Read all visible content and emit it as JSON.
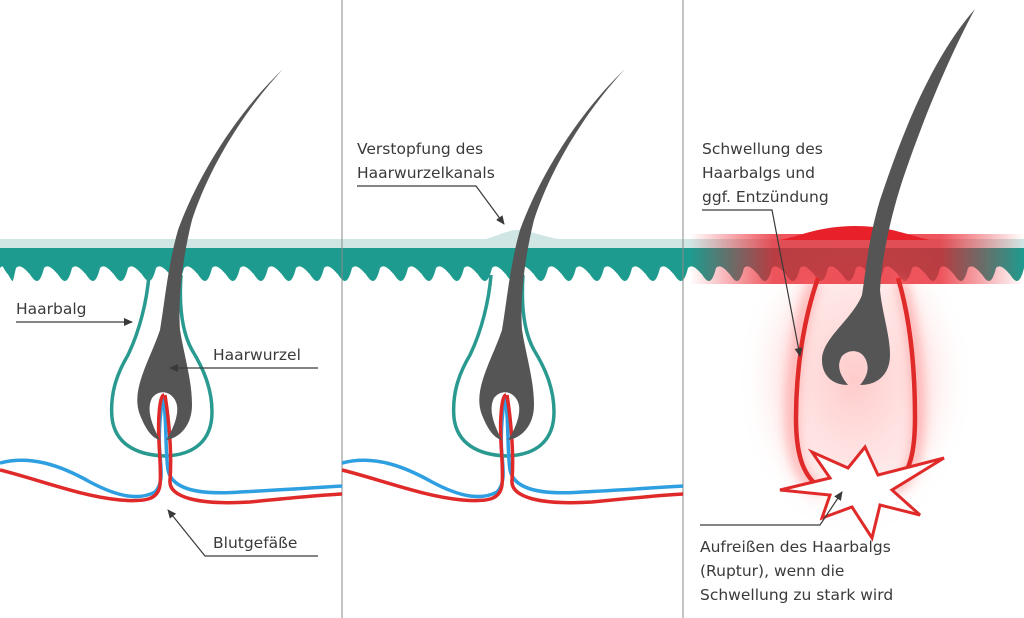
{
  "colors": {
    "skin_teal": "#1e9b8f",
    "skin_surface": "#cfe6e4",
    "hair": "#555556",
    "follicle": "#2a9a90",
    "vessel_red": "#e02a2a",
    "vessel_blue": "#2e9fe0",
    "inflammation": "#e8202a",
    "divider": "#8a8a8a",
    "text": "#3a3a3a"
  },
  "icons": [
    "arrow-icon",
    "rupture-star-icon"
  ],
  "panels": [
    {
      "labels": {
        "haarbalg": "Haarbalg",
        "haarwurzel": "Haarwurzel",
        "blutgefaesse": "Blutgefäße"
      }
    },
    {
      "labels": {
        "verstopfung_1": "Verstopfung des",
        "verstopfung_2": "Haarwurzelkanals"
      }
    },
    {
      "labels": {
        "schwellung_1": "Schwellung des",
        "schwellung_2": "Haarbalgs und",
        "schwellung_3": "ggf. Entzündung",
        "ruptur_1": "Aufreißen des Haarbalgs",
        "ruptur_2": "(Ruptur), wenn die",
        "ruptur_3": "Schwellung zu stark wird"
      }
    }
  ]
}
